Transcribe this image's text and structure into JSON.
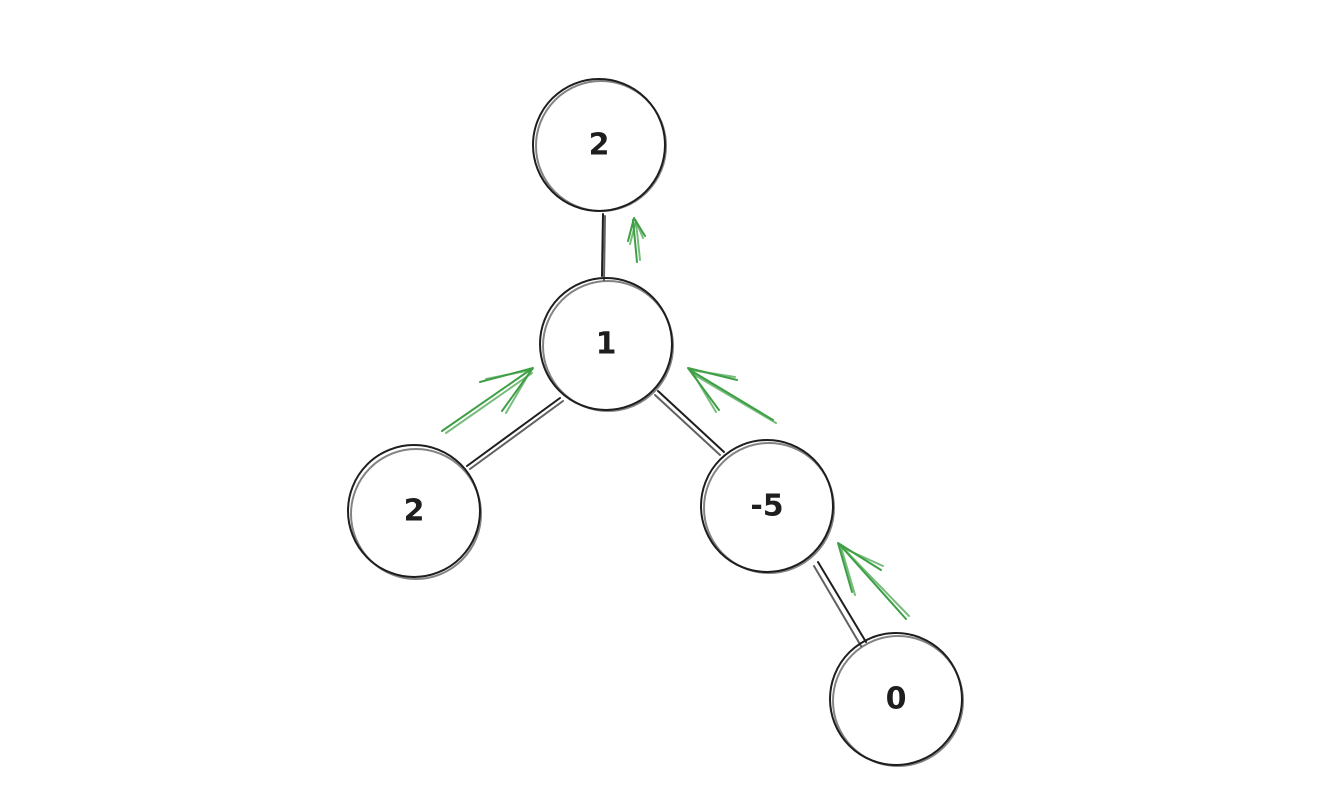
{
  "diagram": {
    "nodes": [
      {
        "id": "top",
        "label": "2"
      },
      {
        "id": "center",
        "label": "1"
      },
      {
        "id": "left",
        "label": "2"
      },
      {
        "id": "right",
        "label": "-5"
      },
      {
        "id": "bottom",
        "label": "0"
      }
    ],
    "edges": [
      {
        "from": "top",
        "to": "center"
      },
      {
        "from": "center",
        "to": "left"
      },
      {
        "from": "center",
        "to": "right"
      },
      {
        "from": "right",
        "to": "bottom"
      }
    ],
    "arrows": [
      {
        "from": "center",
        "to": "top"
      },
      {
        "from": "left",
        "to": "center"
      },
      {
        "from": "right",
        "to": "center"
      },
      {
        "from": "bottom",
        "to": "right"
      }
    ],
    "colors": {
      "stroke": "#1e1e1e",
      "arrow": "#3e9f45",
      "background": "#ffffff"
    }
  }
}
